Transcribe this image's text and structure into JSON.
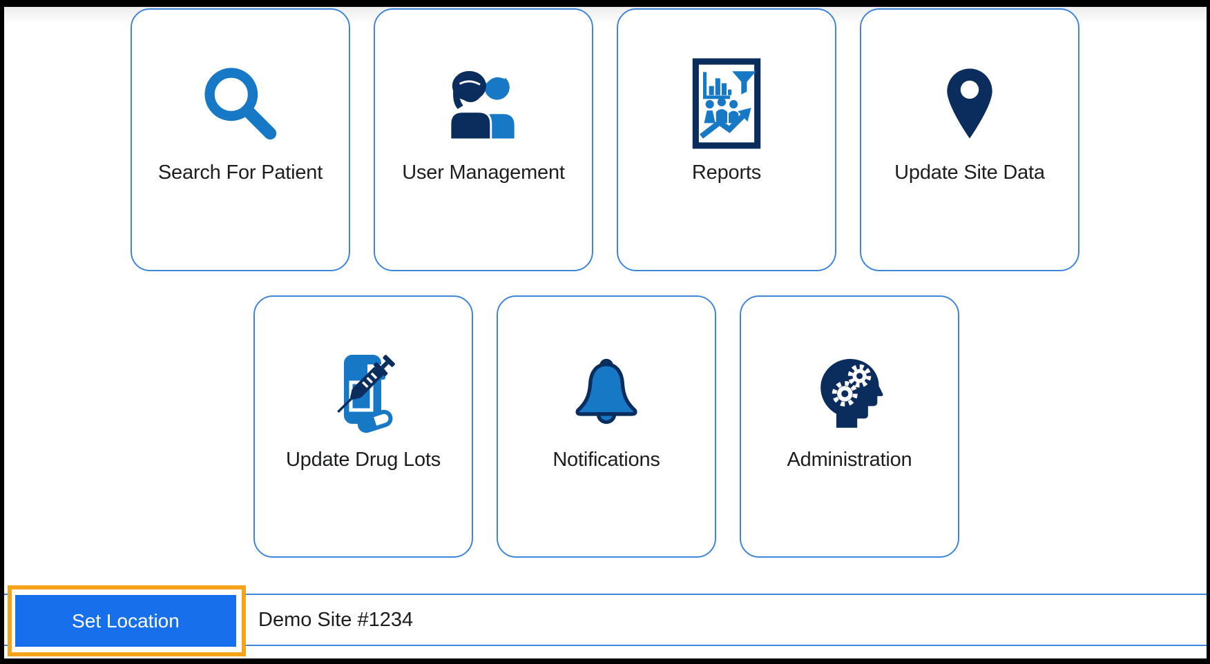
{
  "colors": {
    "tile_border": "#3E86DB",
    "icon_blue": "#1779C6",
    "icon_navy": "#0B2D5E",
    "button_blue": "#186FEB",
    "highlight_orange": "#F5A31B",
    "text_dark": "#1B1D1F"
  },
  "tiles": [
    {
      "label": "Search For Patient",
      "icon": "magnifier-icon"
    },
    {
      "label": "User Management",
      "icon": "users-icon"
    },
    {
      "label": "Reports",
      "icon": "report-document-icon"
    },
    {
      "label": "Update Site Data",
      "icon": "map-pin-icon"
    },
    {
      "label": "Update Drug Lots",
      "icon": "syringe-bottle-icon"
    },
    {
      "label": "Notifications",
      "icon": "bell-icon"
    },
    {
      "label": "Administration",
      "icon": "head-gears-icon"
    }
  ],
  "footer": {
    "set_location_label": "Set Location",
    "location_value": "Demo Site #1234"
  }
}
